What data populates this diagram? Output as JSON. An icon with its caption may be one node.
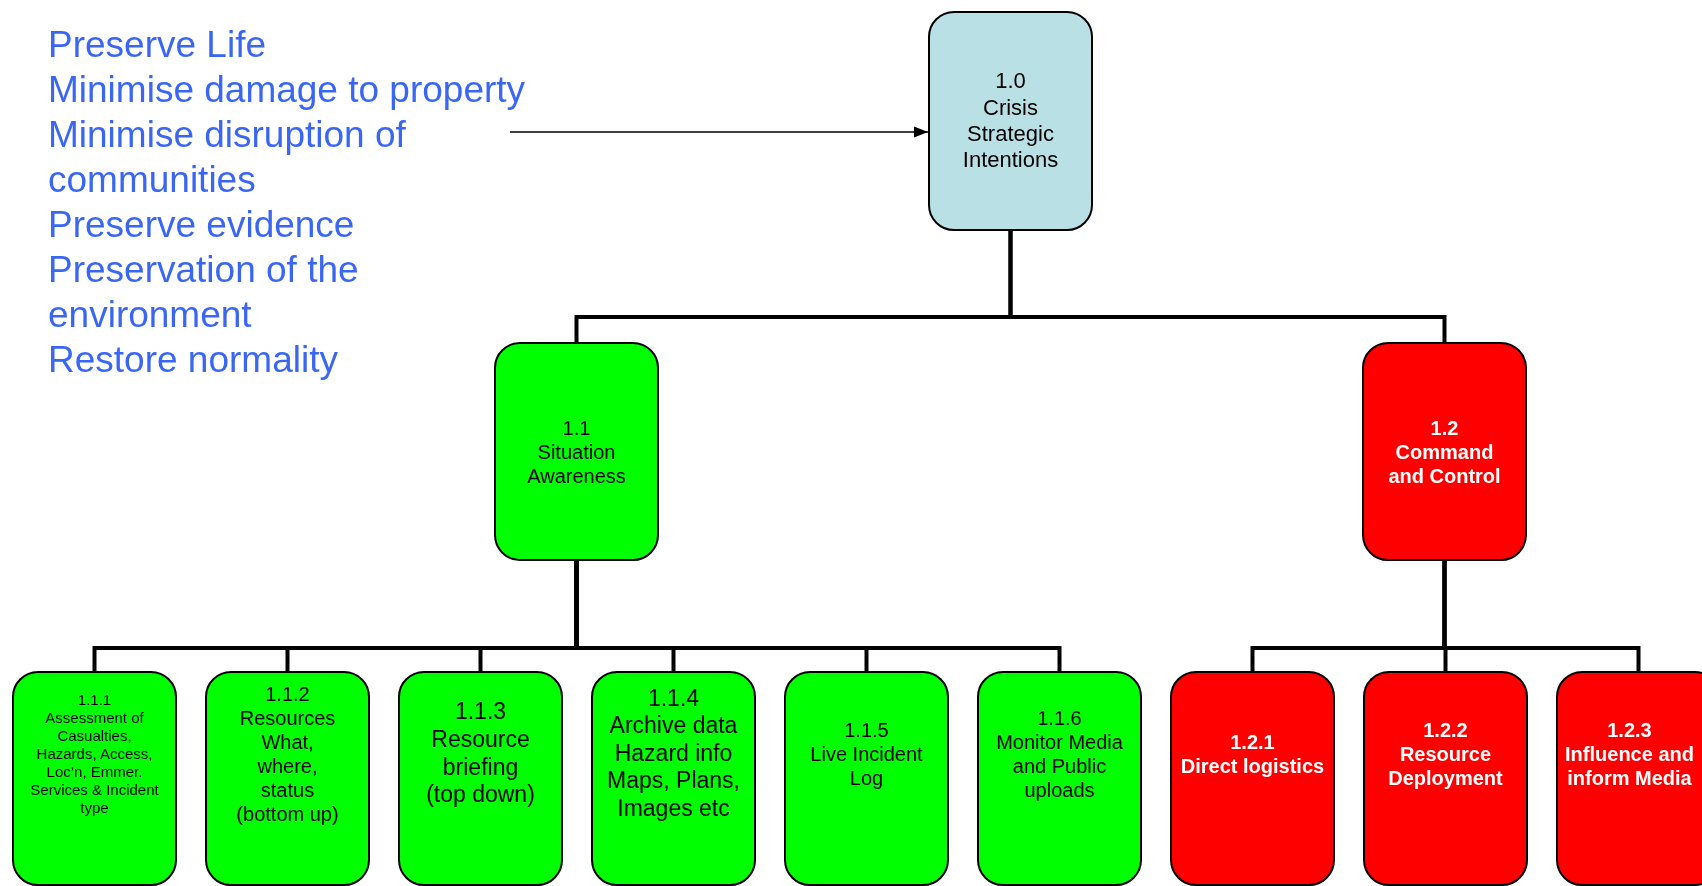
{
  "diagram": {
    "nodes": [
      {
        "text": [
          "Preserve Life",
          "Minimise damage to property",
          "Minimise disruption of communities",
          "Preserve evidence",
          "Preservation of the environment",
          "Restore normality"
        ]
      },
      {
        "text": [
          "1.0",
          "Crisis Strategic Intentions"
        ]
      },
      {
        "text": [
          "1.1",
          "Situation Awareness"
        ]
      },
      {
        "text": [
          "1.2",
          "Command and Control"
        ]
      },
      {
        "text": [
          "1.1.1",
          "Assessment of Casualties, Hazards, Access, Loc’n, Emmer. Services & Incident type"
        ]
      },
      {
        "text": [
          "1.1.2",
          "Resources What, where, status (bottom up)"
        ]
      },
      {
        "text": [
          "1.1.3",
          "Resource briefing (top down)"
        ]
      },
      {
        "text": [
          "1.1.4",
          "Archive data Hazard info Maps, Plans, Images etc"
        ]
      },
      {
        "text": [
          "1.1.5",
          "Live Incident Log"
        ]
      },
      {
        "text": [
          "1.1.6",
          "Monitor Media and Public uploads"
        ]
      },
      {
        "text": [
          "1.2.1",
          "Direct logistics"
        ]
      },
      {
        "text": [
          "1.2.2",
          "Resource Deployment"
        ]
      },
      {
        "text": [
          "1.2.3",
          "Influence and inform Media"
        ]
      }
    ],
    "edges": [
      {
        "from": 0,
        "to": 1,
        "arrow": "to"
      },
      {
        "from": 1,
        "to": 2,
        "arrow": "none"
      },
      {
        "from": 1,
        "to": 3,
        "arrow": "none"
      },
      {
        "from": 2,
        "to": 4,
        "arrow": "none"
      },
      {
        "from": 2,
        "to": 5,
        "arrow": "none"
      },
      {
        "from": 2,
        "to": 6,
        "arrow": "none"
      },
      {
        "from": 2,
        "to": 7,
        "arrow": "none"
      },
      {
        "from": 2,
        "to": 8,
        "arrow": "none"
      },
      {
        "from": 2,
        "to": 9,
        "arrow": "none"
      },
      {
        "from": 3,
        "to": 10,
        "arrow": "none"
      },
      {
        "from": 3,
        "to": 11,
        "arrow": "none"
      },
      {
        "from": 3,
        "to": 12,
        "arrow": "none"
      }
    ]
  }
}
